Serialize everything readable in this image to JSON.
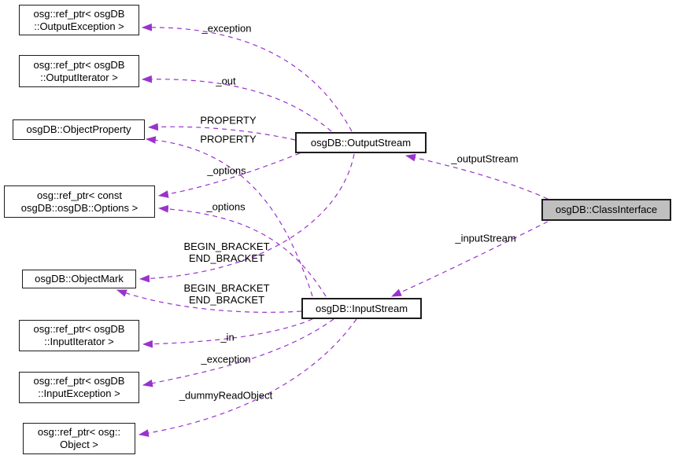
{
  "colors": {
    "edge": "#9a32cd",
    "node_border": "#1c1c1c",
    "node_fill": "#ffffff",
    "highlight_fill": "#bfbfbf",
    "background": "#ffffff"
  },
  "nodes": [
    {
      "line1": "osg::ref_ptr< osgDB",
      "line2": "::OutputException >"
    },
    {
      "line1": "osg::ref_ptr< osgDB",
      "line2": "::OutputIterator >"
    },
    {
      "line1": "osgDB::ObjectProperty"
    },
    {
      "line1": "osg::ref_ptr< const",
      "line2": "osgDB::osgDB::Options >"
    },
    {
      "line1": "osgDB::ObjectMark"
    },
    {
      "line1": "osg::ref_ptr< osgDB",
      "line2": "::InputIterator >"
    },
    {
      "line1": "osg::ref_ptr< osgDB",
      "line2": "::InputException >"
    },
    {
      "line1": "osg::ref_ptr< osg::",
      "line2": "Object >"
    },
    {
      "line1": "osgDB::OutputStream"
    },
    {
      "line1": "osgDB::InputStream"
    },
    {
      "line1": "osgDB::ClassInterface"
    }
  ],
  "edge_labels": [
    "_exception",
    "_out",
    "PROPERTY",
    "PROPERTY",
    "_options",
    "_options",
    "BEGIN_BRACKET",
    "END_BRACKET",
    "BEGIN_BRACKET",
    "END_BRACKET",
    "_in",
    "_exception",
    "_dummyReadObject",
    "_outputStream",
    "_inputStream"
  ]
}
